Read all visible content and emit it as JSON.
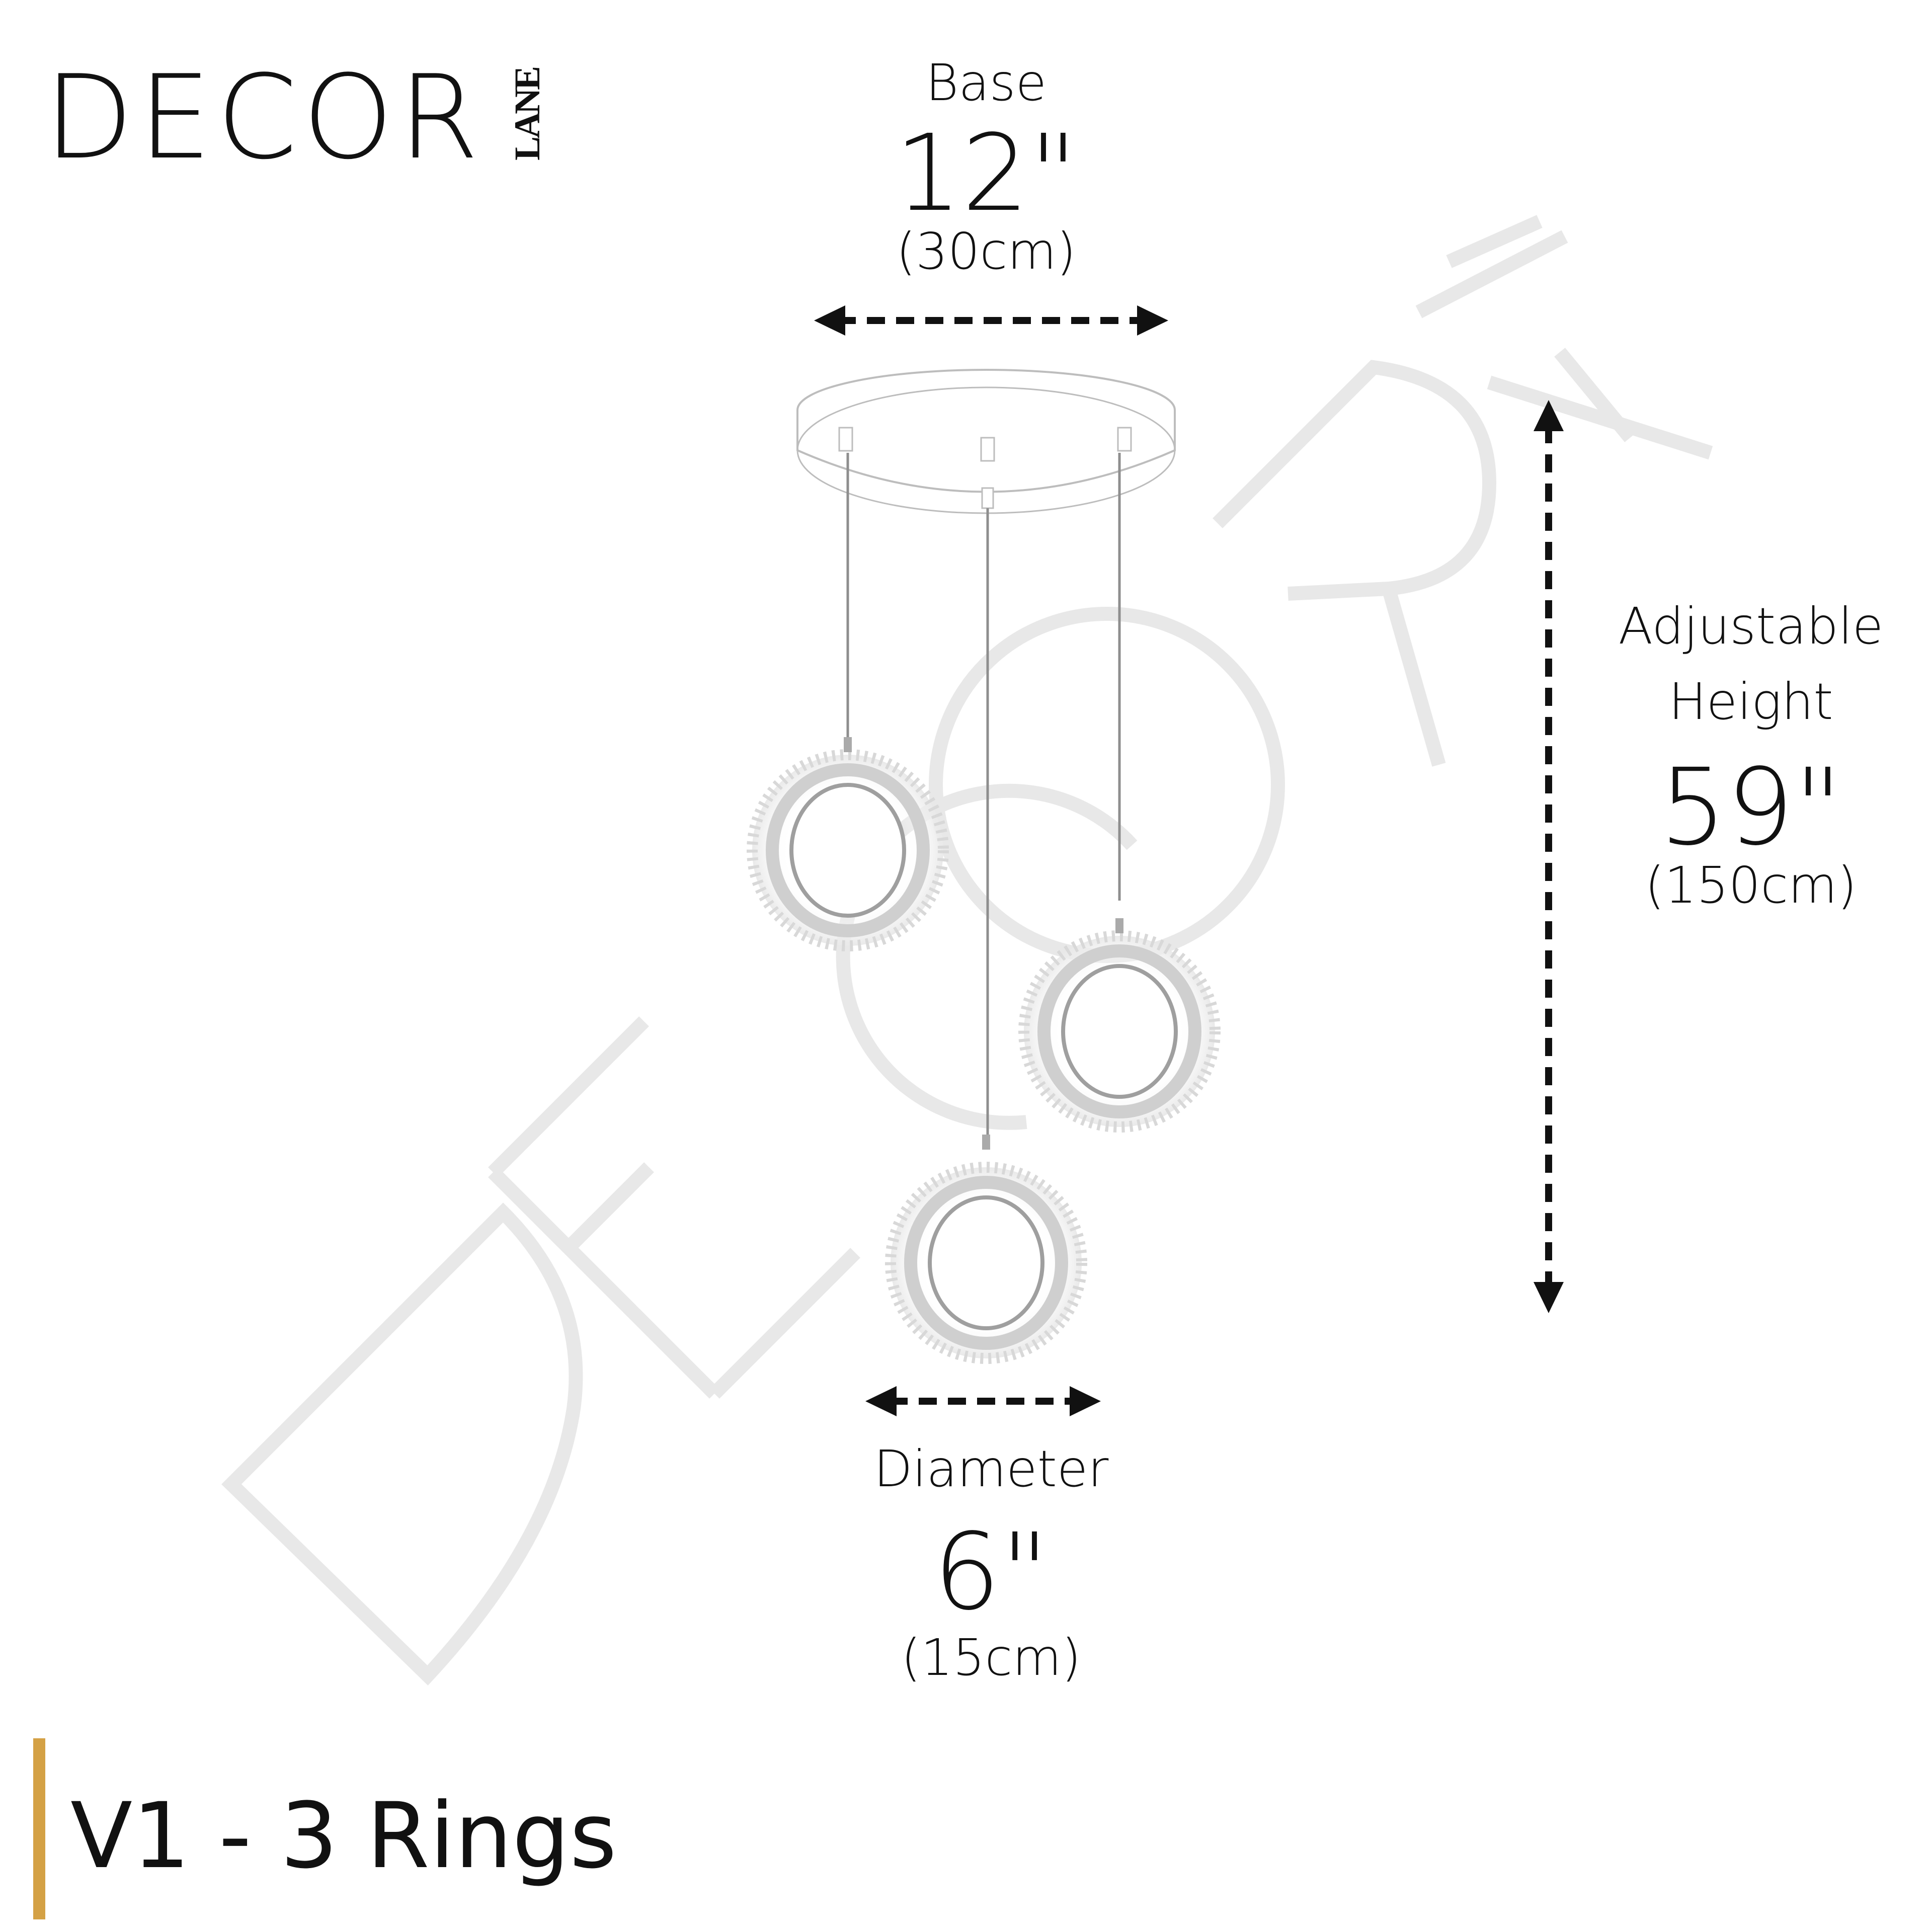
{
  "brand": {
    "name": "DECOR",
    "sub": "LANE",
    "watermark_main": "DECOR",
    "watermark_sub": "LANE"
  },
  "base": {
    "label": "Base",
    "inches": "12\"",
    "cm": "(30cm)"
  },
  "height": {
    "label_line1": "Adjustable",
    "label_line2": "Height",
    "inches": "59\"",
    "cm": "(150cm)"
  },
  "diameter": {
    "label": "Diameter",
    "inches": "6\"",
    "cm": "(15cm)"
  },
  "variant": {
    "label": "V1 - 3 Rings"
  },
  "colors": {
    "accent": "#d4a145",
    "text": "#111111",
    "watermark": "#e6e6e6"
  }
}
